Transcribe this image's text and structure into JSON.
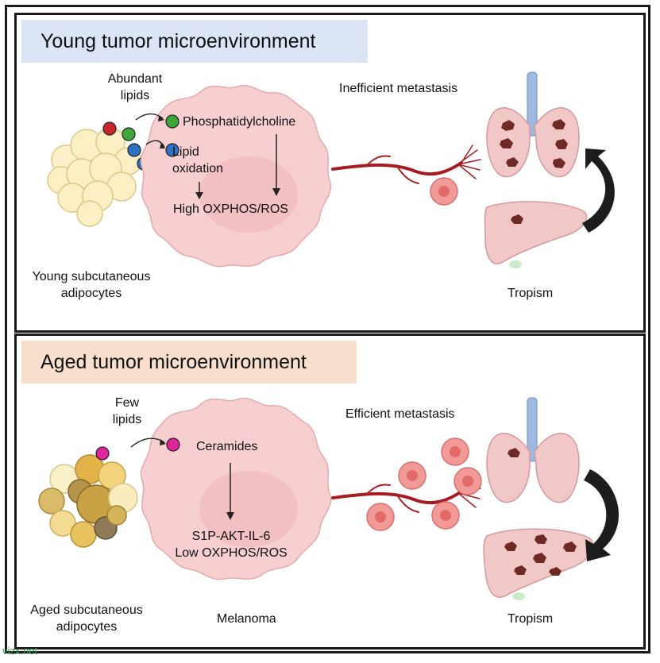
{
  "top": {
    "title": "Young tumor microenvironment",
    "abundant": "Abundant\nlipids",
    "phosphatidylcholine": "Phosphatidylcholine",
    "lipid_oxidation": "Lipid\noxidation",
    "high_oxphos": "High OXPHOS/ROS",
    "metastasis": "Inefficient metastasis",
    "adipocytes": "Young subcutaneous\nadipocytes",
    "tropism": "Tropism"
  },
  "bottom": {
    "title": "Aged tumor microenvironment",
    "few": "Few\nlipids",
    "ceramides": "Ceramides",
    "pathway": "S1P-AKT-IL-6\nLow OXPHOS/ROS",
    "metastasis": "Efficient metastasis",
    "adipocytes": "Aged subcutaneous\nadipocytes",
    "melanoma": "Melanoma",
    "tropism": "Tropism"
  },
  "watermark": "vizx.net",
  "colors": {
    "young_header": "#dbe5f5",
    "aged_header": "#f8dfcd",
    "cell_fill": "#f7cfd0",
    "lipid_red": "#c9252d",
    "lipid_green": "#3fa63a",
    "lipid_blue": "#2f72c4",
    "ceramide_magenta": "#e0259b",
    "vessel": "#a61c20"
  }
}
